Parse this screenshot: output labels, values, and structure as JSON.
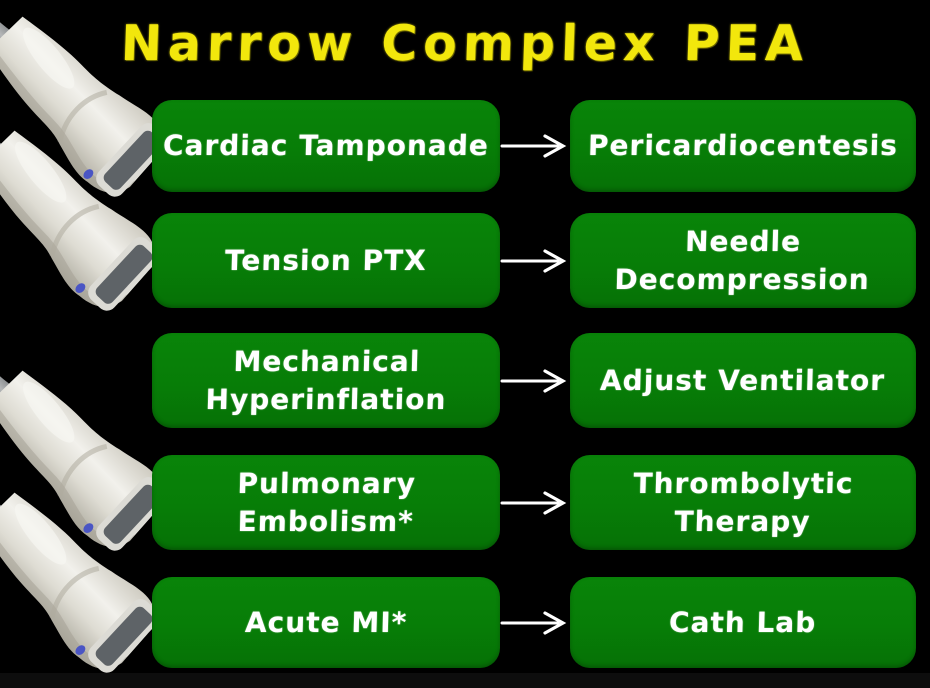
{
  "title": "Narrow Complex PEA",
  "colors": {
    "background": "#000000",
    "box_green": "#087f08",
    "title_yellow": "#f2e70c",
    "text_white": "#ffffff"
  },
  "icons": {
    "probe": "ultrasound-probe",
    "arrow": "right-arrow"
  },
  "rows": [
    {
      "cause": "Cardiac Tamponade",
      "treatment": "Pericardiocentesis"
    },
    {
      "cause": "Tension PTX",
      "treatment": "Needle\nDecompression"
    },
    {
      "cause": "Mechanical\nHyperinflation",
      "treatment": "Adjust Ventilator"
    },
    {
      "cause": "Pulmonary\nEmbolism*",
      "treatment": "Thrombolytic\nTherapy"
    },
    {
      "cause": "Acute MI*",
      "treatment": "Cath Lab"
    }
  ]
}
